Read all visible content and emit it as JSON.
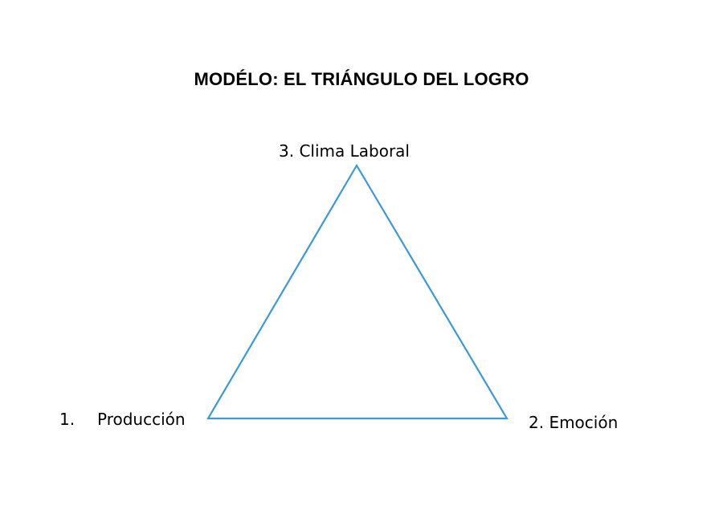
{
  "title": "MODÉLO: EL TRIÁNGULO DEL LOGRO",
  "colors": {
    "triangle_stroke": "#3a9ad9",
    "background": "#ffffff",
    "text": "#000000"
  },
  "vertices": {
    "top": {
      "label": "3. Clima Laboral"
    },
    "left": {
      "number": "1.",
      "label": "Producción"
    },
    "right": {
      "label": "2. Emoción"
    }
  }
}
